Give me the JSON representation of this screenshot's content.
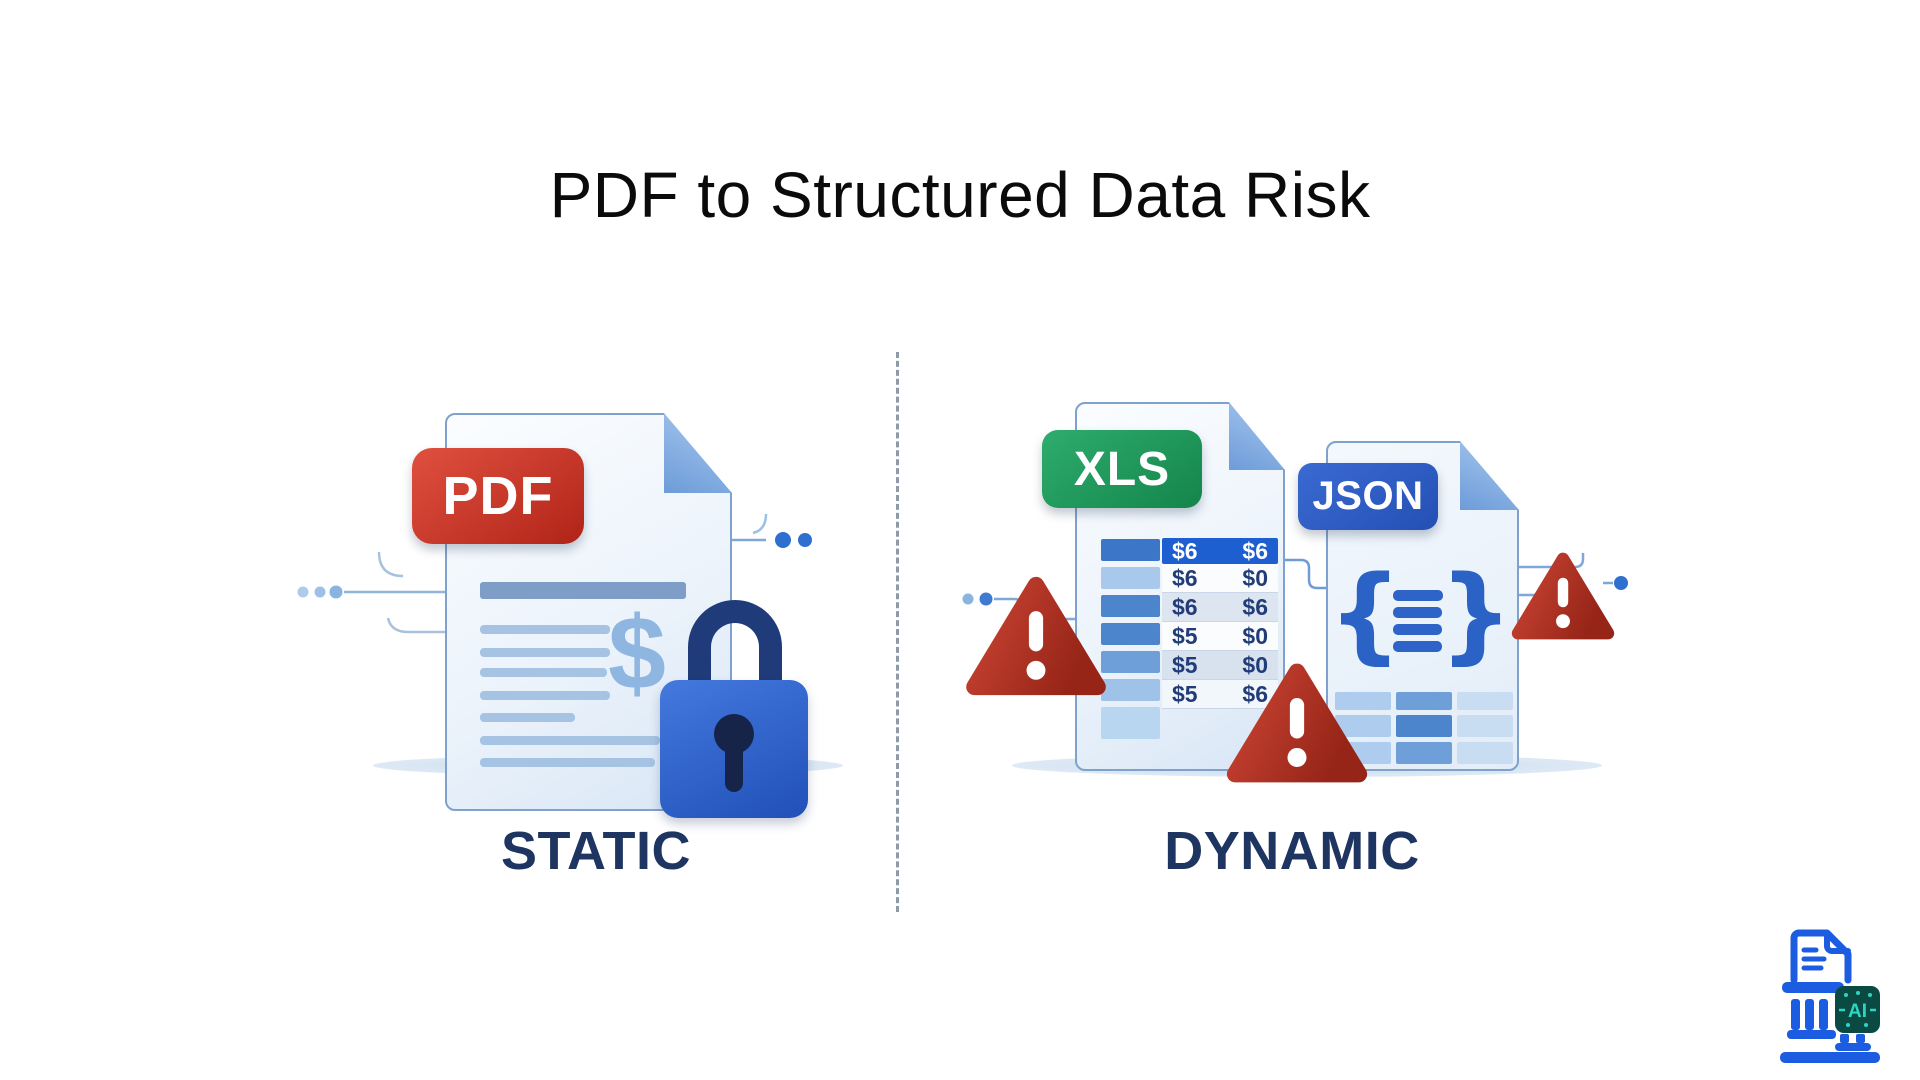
{
  "title": "PDF to Structured Data Risk",
  "static_side": {
    "label": "STATIC",
    "badge": "PDF",
    "doc": {
      "currency_symbol": "$"
    }
  },
  "dynamic_side": {
    "label": "DYNAMIC",
    "xls_badge": "XLS",
    "json_badge": "JSON",
    "xls_table": {
      "rows": [
        [
          "$6",
          "$6"
        ],
        [
          "$6",
          "$0"
        ],
        [
          "$6",
          "$6"
        ],
        [
          "$5",
          "$0"
        ],
        [
          "$5",
          "$0"
        ],
        [
          "$5",
          "$6"
        ]
      ]
    },
    "json_snippet": {
      "open_brace": "{",
      "close_brace": "}"
    }
  },
  "logo": {
    "ai_label": "AI"
  },
  "icons": {
    "warning-triangle": "!",
    "padlock": "lock",
    "document-fold": "folded-corner"
  },
  "colors": {
    "pdf_red": "#c5392b",
    "xls_green": "#1e9e5c",
    "json_blue": "#2b58c4",
    "warning_red": "#b23222",
    "lock_blue": "#2e63c8",
    "accent_blue": "#3e7ad0",
    "label_navy": "#1d3560",
    "table_header_blue": "#1d5fd0",
    "logo_blue": "#1c5ce0",
    "logo_teal": "#2fd5c0"
  }
}
